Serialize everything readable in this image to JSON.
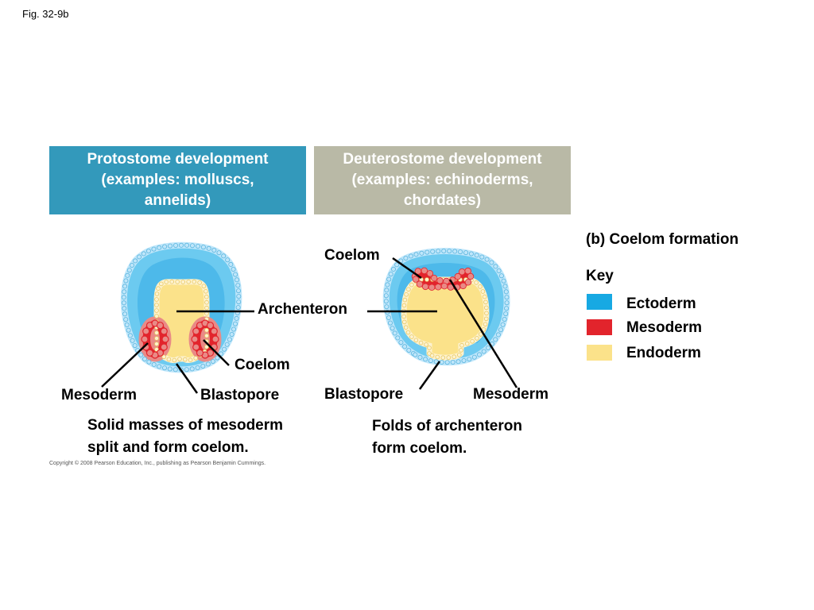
{
  "figure_label": "Fig. 32-9b",
  "headers": {
    "protostome": [
      "Protostome development",
      "(examples: molluscs,",
      "annelids)"
    ],
    "deuterostome": [
      "Deuterostome development",
      "(examples: echinoderms,",
      "chordates)"
    ]
  },
  "section_title": "(b) Coelom formation",
  "key": {
    "title": "Key",
    "items": [
      {
        "label": "Ectoderm",
        "color": "#17a9e3"
      },
      {
        "label": "Mesoderm",
        "color": "#e2242c"
      },
      {
        "label": "Endoderm",
        "color": "#fbe28a"
      }
    ]
  },
  "labels": {
    "archenteron": "Archenteron",
    "proto_coelom": "Coelom",
    "proto_mesoderm": "Mesoderm",
    "proto_blastopore": "Blastopore",
    "deutero_coelom": "Coelom",
    "deutero_blastopore": "Blastopore",
    "deutero_mesoderm": "Mesoderm"
  },
  "captions": {
    "protostome": [
      "Solid masses of mesoderm",
      "split and form coelom."
    ],
    "deuterostome": [
      "Folds of archenteron",
      "form coelom."
    ]
  },
  "copyright": "Copyright © 2008 Pearson Education, Inc., publishing as Pearson Benjamin Cummings.",
  "colors": {
    "ectoderm_fill": "#6ccaf0",
    "ectoderm_inner": "#bfe6fa",
    "mesoderm_fill": "#e2242c",
    "mesoderm_cell": "#e98a86",
    "endoderm_fill": "#fbe28a",
    "endoderm_inner": "#fdf2cf",
    "protostome_header": "#3399bb",
    "deuterostome_header": "#b9b9a6"
  }
}
